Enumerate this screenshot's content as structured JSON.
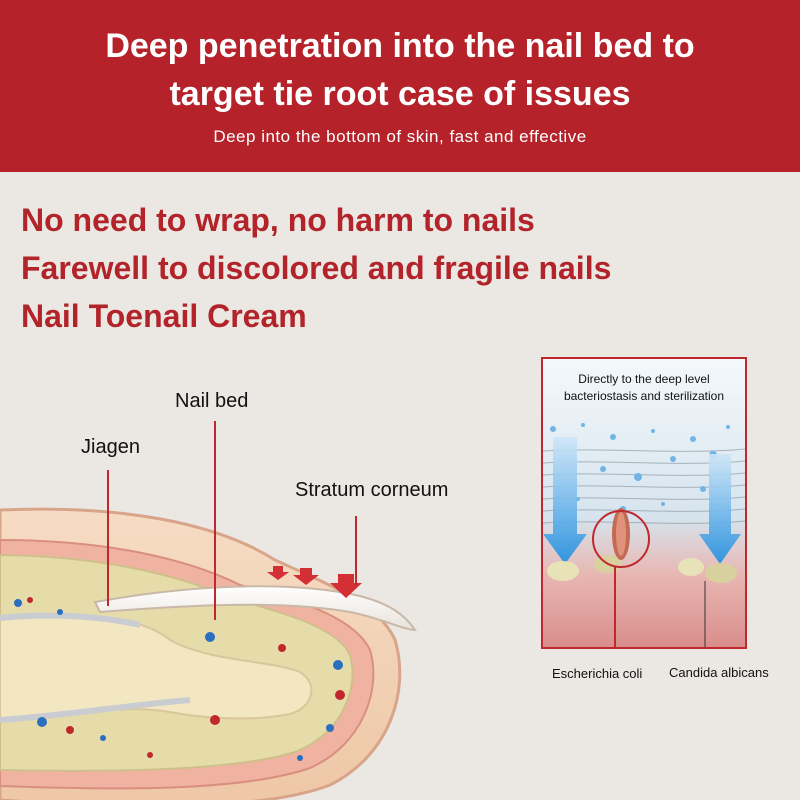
{
  "banner": {
    "title_line1": "Deep penetration into the nail bed to",
    "title_line2": "target tie root case of issues",
    "subtitle": "Deep into the bottom of skin, fast and effective"
  },
  "headlines": [
    "No need to wrap, no harm to nails",
    "Farewell to discolored and fragile nails",
    "Nail Toenail Cream"
  ],
  "diagram": {
    "labels": {
      "nail_bed": "Nail bed",
      "jiagen": "Jiagen",
      "stratum_corneum": "Stratum corneum"
    }
  },
  "inset": {
    "caption_line1": "Directly to the deep level",
    "caption_line2": "bacteriostasis and sterilization",
    "label_left": "Escherichia coli",
    "label_right": "Candida albicans"
  },
  "colors": {
    "brand_red": "#b52229",
    "headline_red": "#b2232a",
    "background": "#ebe7e2"
  }
}
